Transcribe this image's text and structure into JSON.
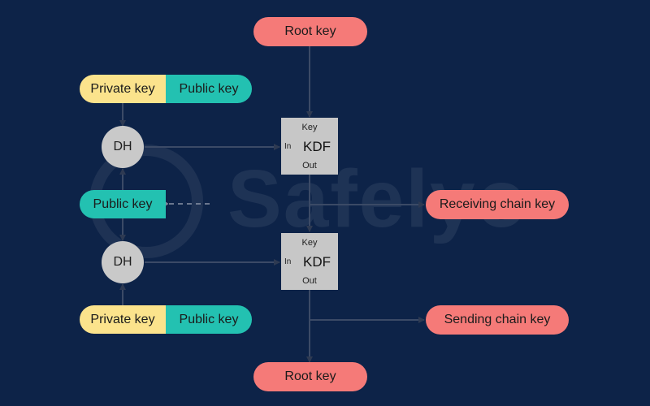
{
  "watermark": {
    "text": "Safelyo"
  },
  "root_key_top": "Root key",
  "root_key_bottom": "Root key",
  "top_pair": {
    "private": "Private key",
    "public": "Public key"
  },
  "bottom_pair": {
    "private": "Private key",
    "public": "Public key"
  },
  "middle_public_key": "Public key",
  "dh_top": "DH",
  "dh_bottom": "DH",
  "kdf_top": {
    "title": "KDF",
    "key": "Key",
    "in": "In",
    "out": "Out"
  },
  "kdf_bottom": {
    "title": "KDF",
    "key": "Key",
    "in": "In",
    "out": "Out"
  },
  "receiving_chain_key": "Receiving chain key",
  "sending_chain_key": "Sending chain key",
  "colors": {
    "background": "#0d2348",
    "root_key": "#f57a78",
    "public_key": "#23c1b1",
    "private_key": "#fbe38c",
    "node": "#c7c7c7",
    "line": "#3b4a66"
  }
}
